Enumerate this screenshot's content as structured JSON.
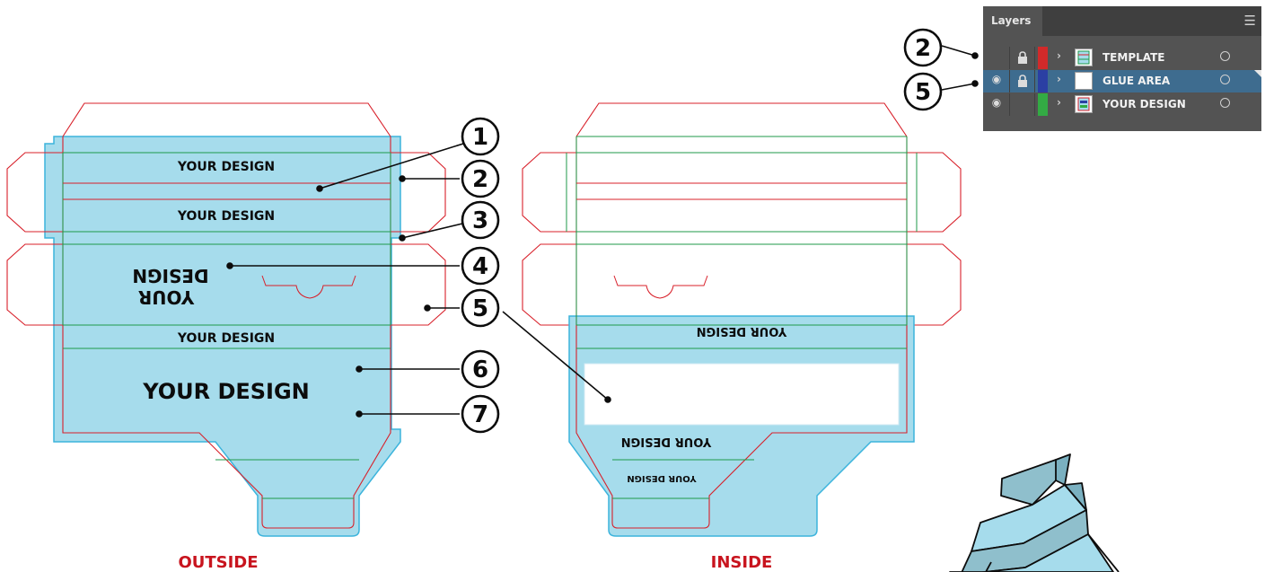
{
  "colors": {
    "fill": "#a6dcec",
    "cut_line": "#d8202a",
    "fold_line": "#1f9a4a",
    "outline": "#3cb4dc",
    "label": "#c8141e",
    "panel_bg": "#535353",
    "panel_selected": "#3e6c8f",
    "template_swatch": "#d22a2a",
    "glue_swatch": "#2b3fa3",
    "design_swatch": "#33aa44"
  },
  "outside": {
    "label": "OUTSIDE",
    "panel_texts": [
      "YOUR DESIGN",
      "YOUR DESIGN",
      "DESIGN",
      "YOUR",
      "YOUR DESIGN",
      "YOUR DESIGN"
    ]
  },
  "inside": {
    "label": "INSIDE",
    "panel_texts": [
      "YOUR DESIGN",
      "YOUR DESIGN",
      "YOUR DESIGN"
    ]
  },
  "callouts": [
    "1",
    "2",
    "3",
    "4",
    "5",
    "6",
    "7"
  ],
  "layers_callouts": [
    "2",
    "5"
  ],
  "layers_panel": {
    "tab_label": "Layers",
    "menu_icon": "hamburger-menu-icon",
    "rows": [
      {
        "name": "TEMPLATE",
        "visible": false,
        "locked": true,
        "color": "#d22a2a",
        "selected": false
      },
      {
        "name": "GLUE AREA",
        "visible": true,
        "locked": true,
        "color": "#2b3fa3",
        "selected": true
      },
      {
        "name": "YOUR DESIGN",
        "visible": true,
        "locked": false,
        "color": "#33aa44",
        "selected": false
      }
    ]
  }
}
